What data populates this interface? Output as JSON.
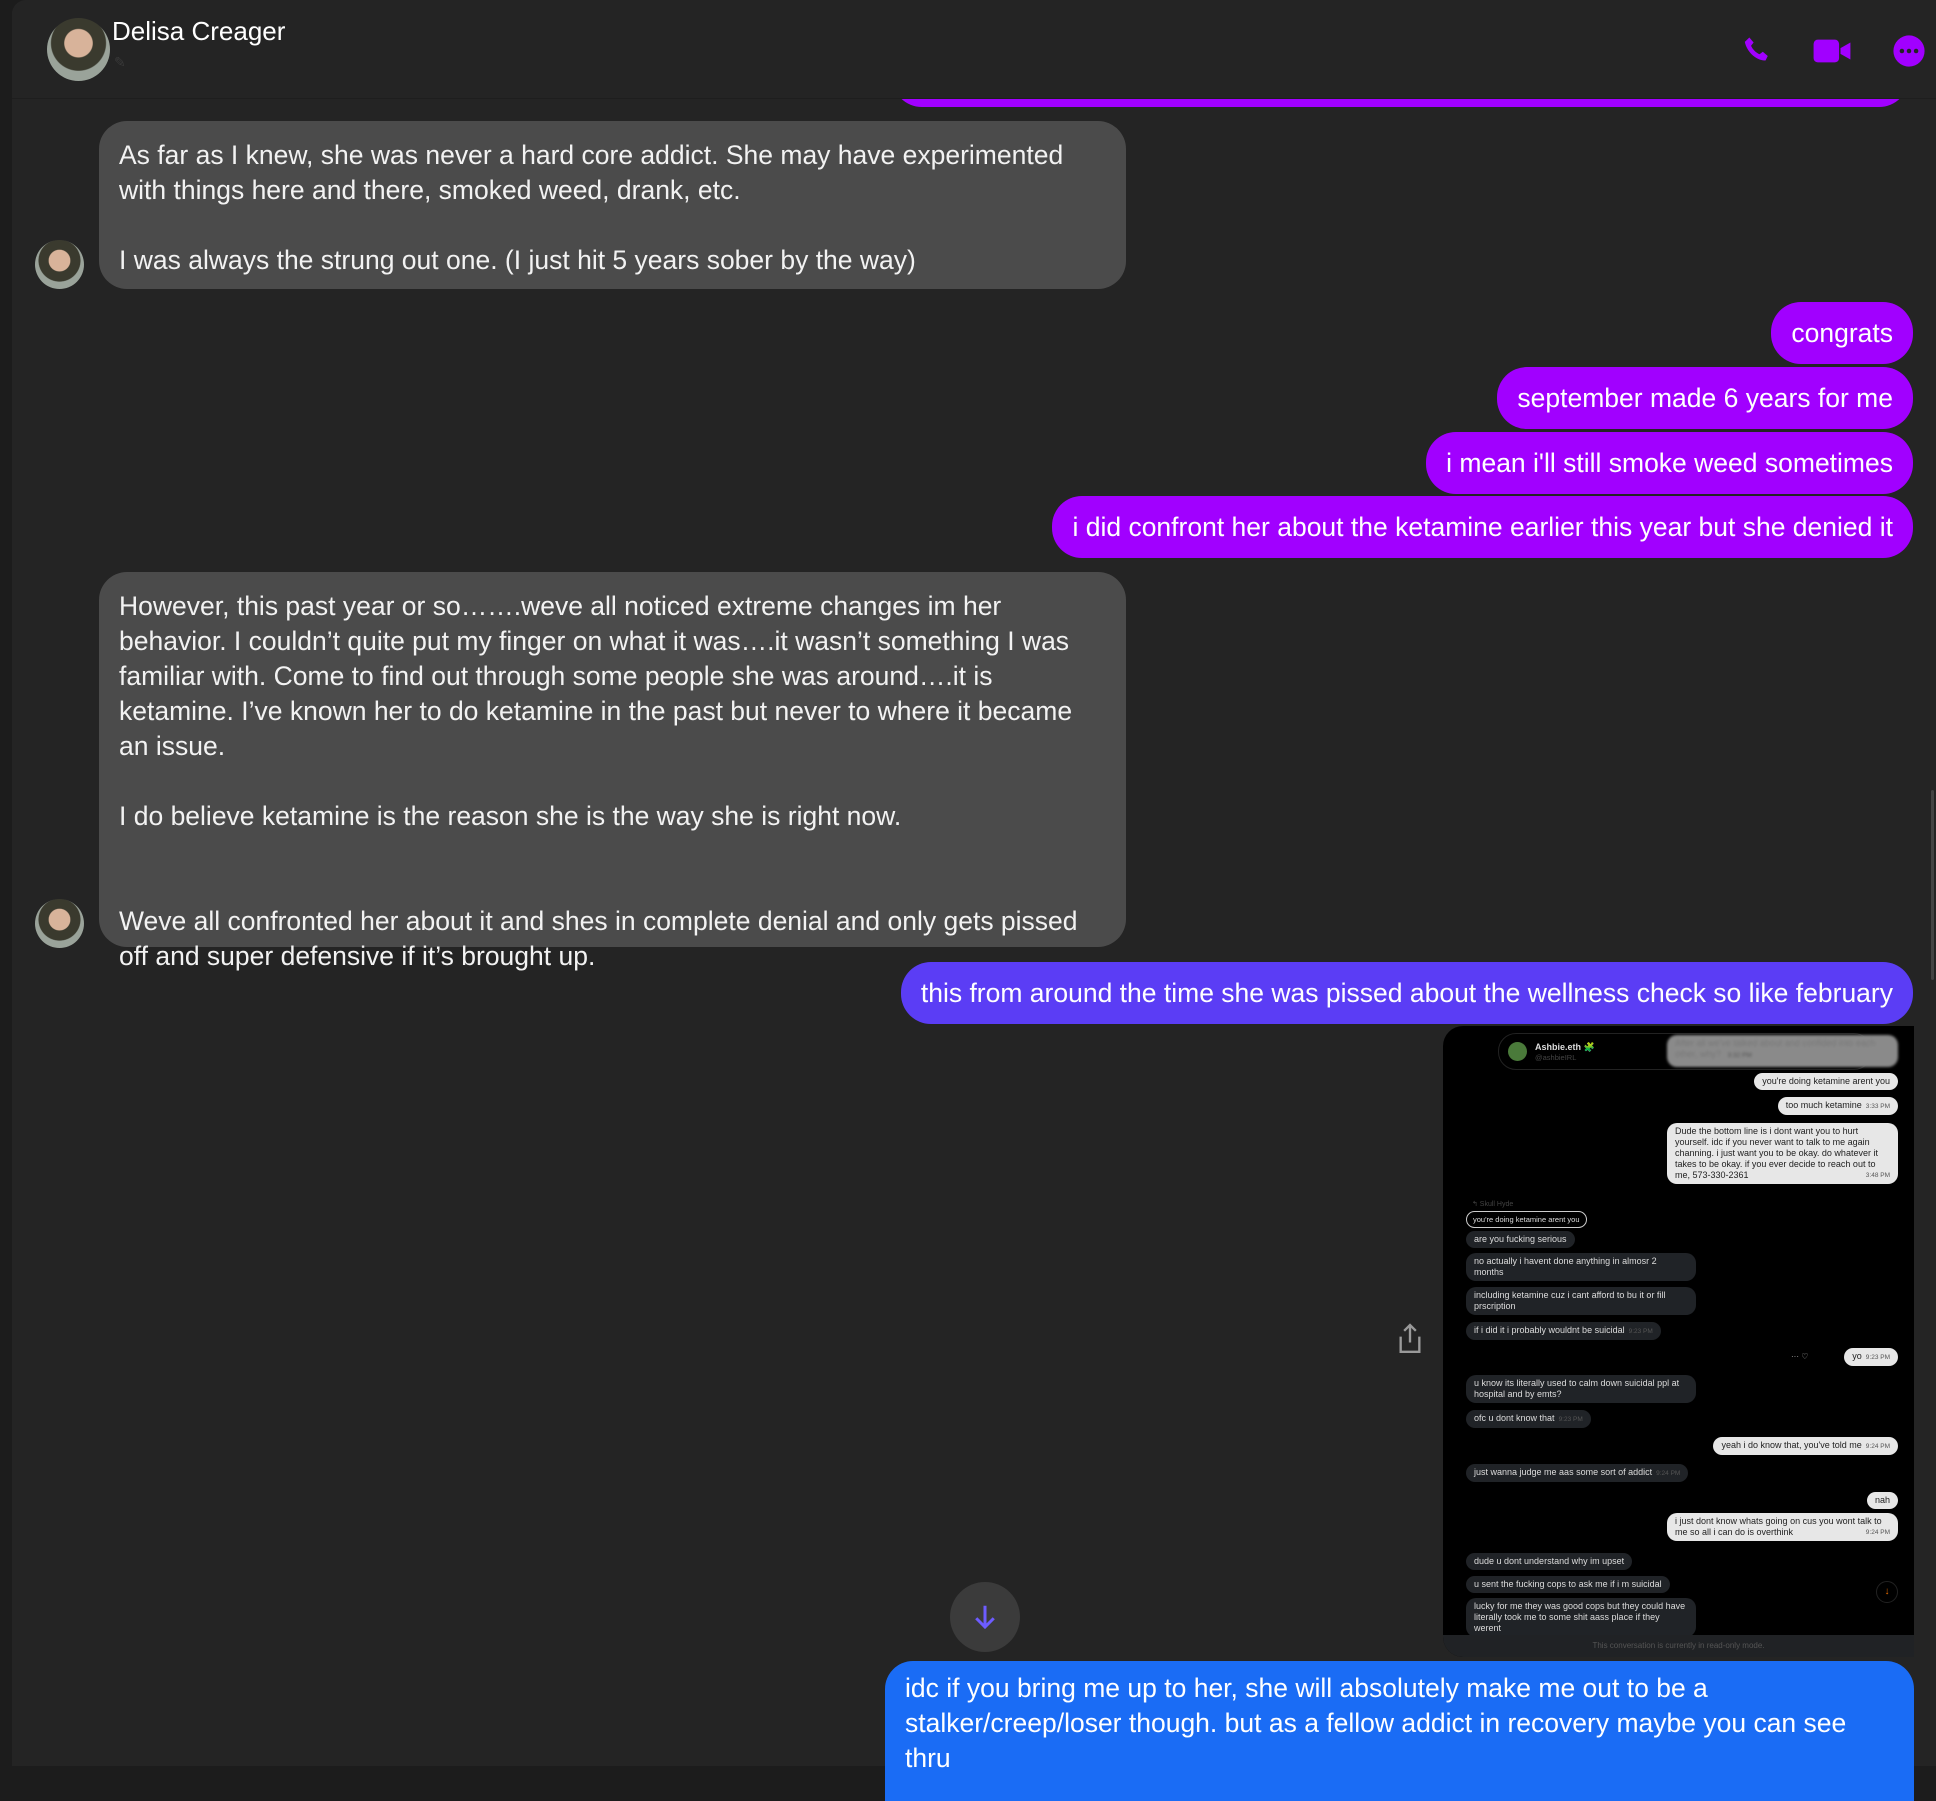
{
  "header": {
    "contact_name": "Delisa Creager",
    "sub_icon": "muted-icon",
    "icons": [
      "phone-icon",
      "video-camera-icon",
      "more-options-icon"
    ],
    "accent": "#a100ff"
  },
  "messages": [
    {
      "from": "them",
      "text": "As far as I knew, she was never a hard core addict. She may have experimented with things here and there, smoked weed, drank, etc.\n\nI was always the strung out one. (I just hit 5 years sober by the way)"
    },
    {
      "from": "me",
      "text": "congrats"
    },
    {
      "from": "me",
      "text": "september made 6 years for me"
    },
    {
      "from": "me",
      "text": "i mean i'll still smoke weed sometimes"
    },
    {
      "from": "me",
      "text": "i did confront her about the ketamine earlier this year but she denied it"
    },
    {
      "from": "them",
      "text": "However, this past year or so…….weve all noticed extreme changes im her behavior. I couldn’t quite put my finger on what it was….it wasn’t something I was familiar with. Come to find out through some people she was around….it is ketamine. I’ve known her to do ketamine in the past but never to where it became an issue.\n\nI do believe ketamine is the reason she is the way she is right now.\n\n\nWeve all confronted her about it and shes in complete denial and only gets pissed off and super defensive if it’s brought up."
    },
    {
      "from": "me",
      "text": "this from around the time she was pissed about the wellness check so like february"
    },
    {
      "from": "me",
      "text": "idc if you bring me up to her, she will absolutely make me out to be a stalker/creep/loser though. but as a fellow addict in recovery maybe you can see thru"
    }
  ],
  "screenshot": {
    "profile_name": "Ashbie.eth 🧩",
    "profile_handle": "@ashbieIRL",
    "blurred": "After all we've talked about and confided into each other, why?",
    "blurred_time": "3:32 PM",
    "reply_label": "↰ Skull Hyde",
    "msgs": [
      {
        "text": "you're doing ketamine arent you",
        "time": ""
      },
      {
        "text": "too much ketamine",
        "time": "3:33 PM"
      },
      {
        "text": "Dude the bottom line is i dont want you to hurt yourself. idc if you never want to talk to me again channing. i just want you to be okay. do whatever it takes to be okay. if you ever decide to reach out to me, 573-330-2361",
        "time": "3:48 PM"
      },
      {
        "text": "you're doing ketamine arent you",
        "time": ""
      },
      {
        "text": "are you fucking serious",
        "time": ""
      },
      {
        "text": "no actually i havent done anything in almosr 2 months",
        "time": ""
      },
      {
        "text": "including ketamine cuz i cant afford to bu it or fill prscription",
        "time": ""
      },
      {
        "text": "if i did it i probably wouldnt be suicidal",
        "time": "9:23 PM"
      },
      {
        "text": "yo",
        "time": "9:23 PM"
      },
      {
        "text": "u know its literally used to calm down suicidal ppl at hospital and by emts?",
        "time": ""
      },
      {
        "text": "ofc u dont know that",
        "time": "9:23 PM"
      },
      {
        "text": "yeah i do know that, you've told me",
        "time": "9:24 PM"
      },
      {
        "text": "just wanna judge me aas some sort of addict",
        "time": "9:24 PM"
      },
      {
        "text": "nah",
        "time": ""
      },
      {
        "text": "i just dont know whats going on cus you wont talk to me so all i can do is overthink",
        "time": "9:24 PM"
      },
      {
        "text": "dude u dont understand why im upset",
        "time": ""
      },
      {
        "text": "u sent the fucking cops to ask me if i m suicidal",
        "time": ""
      },
      {
        "text": "lucky for me they was good cops but they could have literally took me to some shit aass place if they werent",
        "time": ""
      }
    ],
    "footer": "This conversation is currently in read-only mode."
  }
}
